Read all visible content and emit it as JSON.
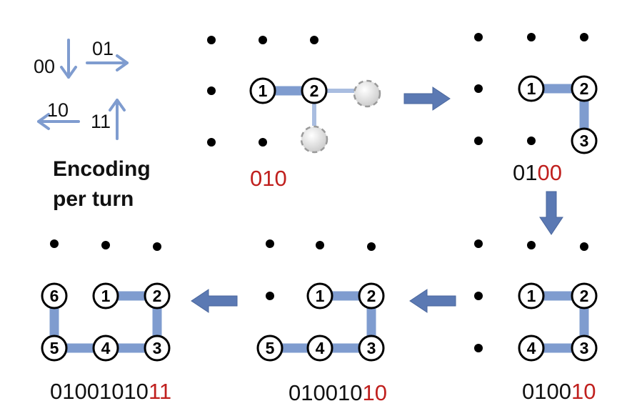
{
  "legend": {
    "title": "Encoding per turn",
    "codes": {
      "down": "00",
      "right": "01",
      "left": "10",
      "up": "11"
    }
  },
  "colors": {
    "bond": "#7f9ccf",
    "arrow": "#5b79b3",
    "highlight": "#c0201e",
    "ghost": "#b8b8b8",
    "text": "#111111"
  },
  "panels": [
    {
      "id": "step-1",
      "beads": [
        "1",
        "2"
      ],
      "candidate_moves": [
        "right",
        "down"
      ],
      "encoding": {
        "prefix": "",
        "highlight": "010"
      }
    },
    {
      "id": "step-2",
      "beads": [
        "1",
        "2",
        "3"
      ],
      "encoding": {
        "prefix": "01",
        "highlight": "00"
      }
    },
    {
      "id": "step-3",
      "beads": [
        "1",
        "2",
        "3",
        "4"
      ],
      "encoding": {
        "prefix": "0100",
        "highlight": "10"
      }
    },
    {
      "id": "step-4",
      "beads": [
        "1",
        "2",
        "3",
        "4",
        "5"
      ],
      "encoding": {
        "prefix": "010010",
        "highlight": "10"
      }
    },
    {
      "id": "step-5",
      "beads": [
        "1",
        "2",
        "3",
        "4",
        "5",
        "6"
      ],
      "encoding": {
        "prefix": "01001010",
        "highlight": "11"
      }
    }
  ],
  "flow_arrows": [
    "right",
    "down",
    "left",
    "left"
  ]
}
